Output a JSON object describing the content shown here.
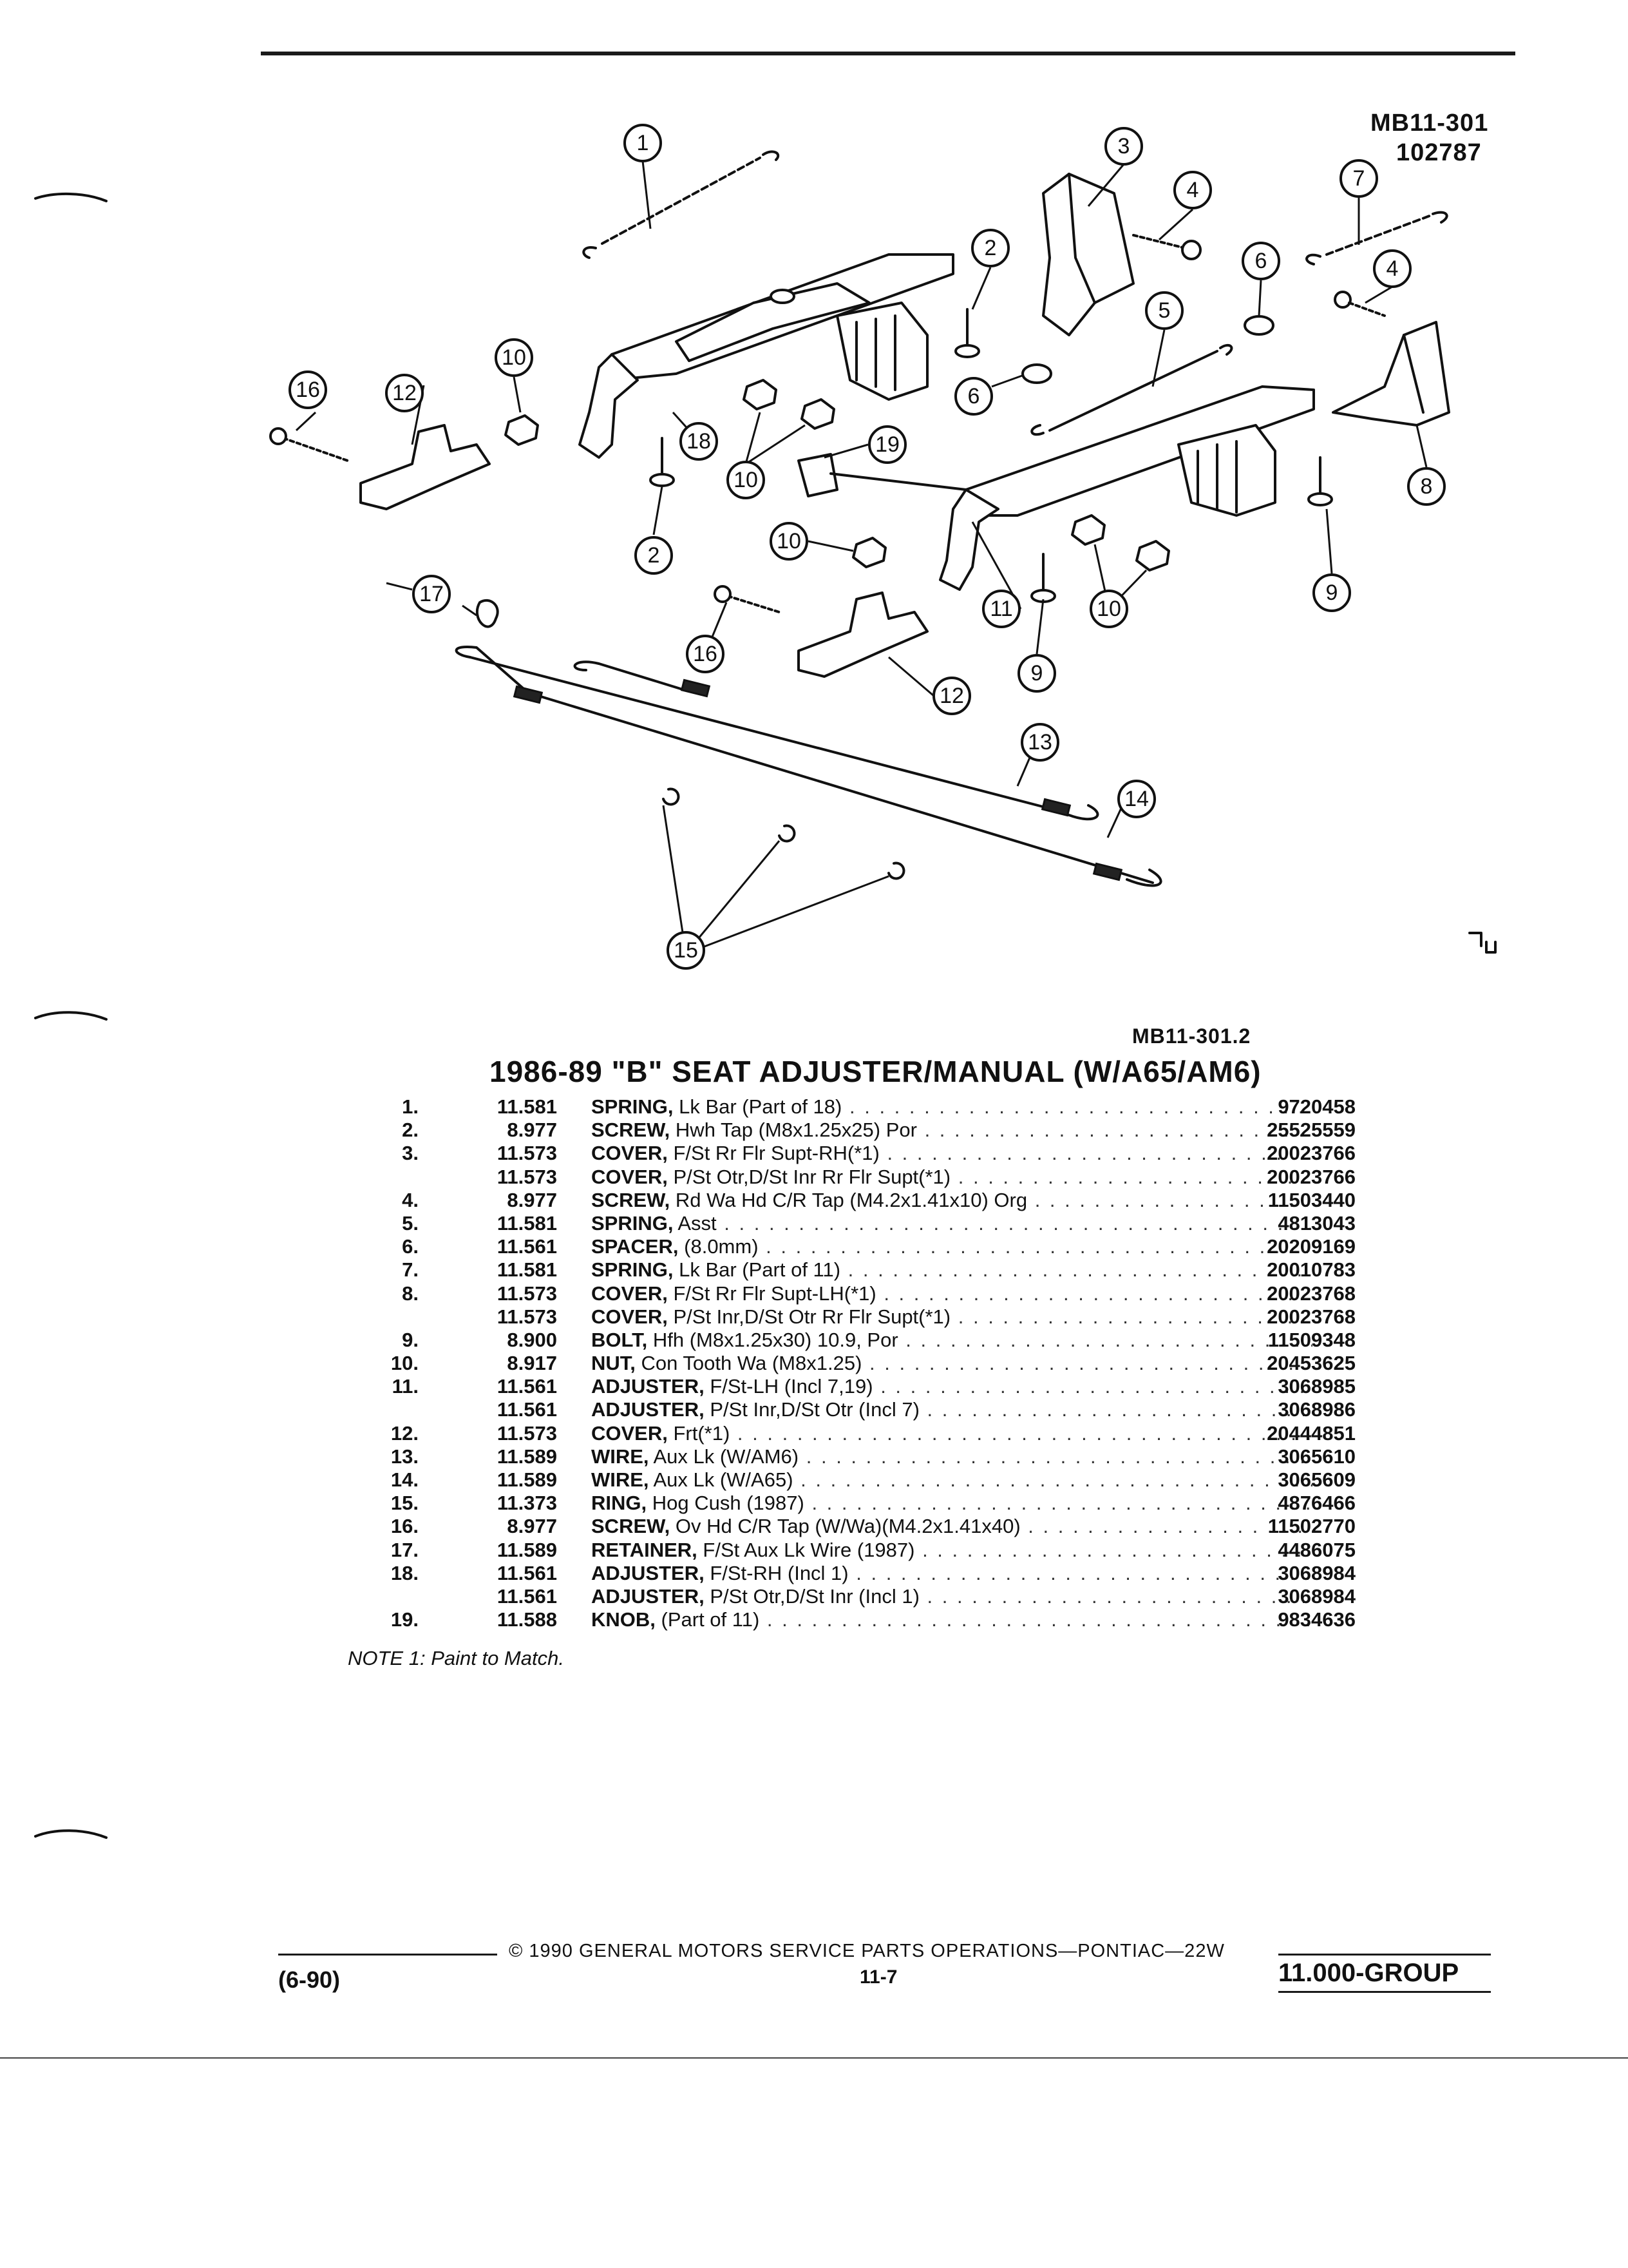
{
  "diagram": {
    "code": "MB11-301",
    "date_code": "102787",
    "ref": "MB11-301.2",
    "callouts": [
      {
        "n": "1"
      },
      {
        "n": "2"
      },
      {
        "n": "3"
      },
      {
        "n": "4"
      },
      {
        "n": "5"
      },
      {
        "n": "6"
      },
      {
        "n": "7"
      },
      {
        "n": "8"
      },
      {
        "n": "9"
      },
      {
        "n": "10"
      },
      {
        "n": "11"
      },
      {
        "n": "12"
      },
      {
        "n": "13"
      },
      {
        "n": "14"
      },
      {
        "n": "15"
      },
      {
        "n": "16"
      },
      {
        "n": "17"
      },
      {
        "n": "18"
      },
      {
        "n": "19"
      }
    ]
  },
  "title": "1986-89 \"B\" SEAT ADJUSTER/MANUAL (W/A65/AM6)",
  "parts": [
    {
      "no": "1.",
      "group": "11.581",
      "name": "SPRING,",
      "desc": "Lk Bar (Part of 18)",
      "pn": "9720458"
    },
    {
      "no": "2.",
      "group": "8.977",
      "name": "SCREW,",
      "desc": "Hwh Tap (M8x1.25x25) Por",
      "pn": "25525559"
    },
    {
      "no": "3.",
      "group": "11.573",
      "name": "COVER,",
      "desc": "F/St Rr Flr Supt-RH(*1)",
      "pn": "20023766"
    },
    {
      "no": "",
      "group": "11.573",
      "name": "COVER,",
      "desc": "P/St Otr,D/St Inr Rr Flr Supt(*1)",
      "pn": "20023766"
    },
    {
      "no": "4.",
      "group": "8.977",
      "name": "SCREW,",
      "desc": "Rd Wa Hd C/R Tap (M4.2x1.41x10) Org",
      "pn": "11503440"
    },
    {
      "no": "5.",
      "group": "11.581",
      "name": "SPRING,",
      "desc": "Asst",
      "pn": "4813043"
    },
    {
      "no": "6.",
      "group": "11.561",
      "name": "SPACER,",
      "desc": "(8.0mm)",
      "pn": "20209169"
    },
    {
      "no": "7.",
      "group": "11.581",
      "name": "SPRING,",
      "desc": "Lk Bar (Part of 11)",
      "pn": "20010783"
    },
    {
      "no": "8.",
      "group": "11.573",
      "name": "COVER,",
      "desc": "F/St Rr Flr Supt-LH(*1)",
      "pn": "20023768"
    },
    {
      "no": "",
      "group": "11.573",
      "name": "COVER,",
      "desc": "P/St Inr,D/St Otr Rr Flr Supt(*1)",
      "pn": "20023768"
    },
    {
      "no": "9.",
      "group": "8.900",
      "name": "BOLT,",
      "desc": "Hfh (M8x1.25x30) 10.9, Por",
      "pn": "11509348"
    },
    {
      "no": "10.",
      "group": "8.917",
      "name": "NUT,",
      "desc": "Con Tooth Wa (M8x1.25)",
      "pn": "20453625"
    },
    {
      "no": "11.",
      "group": "11.561",
      "name": "ADJUSTER,",
      "desc": "F/St-LH (Incl 7,19)",
      "pn": "3068985"
    },
    {
      "no": "",
      "group": "11.561",
      "name": "ADJUSTER,",
      "desc": "P/St Inr,D/St Otr (Incl 7)",
      "pn": "3068986"
    },
    {
      "no": "12.",
      "group": "11.573",
      "name": "COVER,",
      "desc": "Frt(*1)",
      "pn": "20444851"
    },
    {
      "no": "13.",
      "group": "11.589",
      "name": "WIRE,",
      "desc": "Aux Lk (W/AM6)",
      "pn": "3065610"
    },
    {
      "no": "14.",
      "group": "11.589",
      "name": "WIRE,",
      "desc": "Aux Lk (W/A65)",
      "pn": "3065609"
    },
    {
      "no": "15.",
      "group": "11.373",
      "name": "RING,",
      "desc": "Hog Cush (1987)",
      "pn": "4876466"
    },
    {
      "no": "16.",
      "group": "8.977",
      "name": "SCREW,",
      "desc": "Ov Hd C/R Tap (W/Wa)(M4.2x1.41x40)",
      "pn": "11502770"
    },
    {
      "no": "17.",
      "group": "11.589",
      "name": "RETAINER,",
      "desc": "F/St Aux Lk Wire (1987)",
      "pn": "4486075"
    },
    {
      "no": "18.",
      "group": "11.561",
      "name": "ADJUSTER,",
      "desc": "F/St-RH (Incl 1)",
      "pn": "3068984"
    },
    {
      "no": "",
      "group": "11.561",
      "name": "ADJUSTER,",
      "desc": "P/St Otr,D/St Inr (Incl 1)",
      "pn": "3068984"
    },
    {
      "no": "19.",
      "group": "11.588",
      "name": "KNOB,",
      "desc": "(Part of 11)",
      "pn": "9834636"
    }
  ],
  "note": "NOTE 1: Paint to Match.",
  "footer": {
    "date": "(6-90)",
    "copyright": "© 1990 GENERAL MOTORS SERVICE PARTS OPERATIONS—PONTIAC—22W",
    "page": "11-7",
    "group": "11.000-GROUP"
  }
}
